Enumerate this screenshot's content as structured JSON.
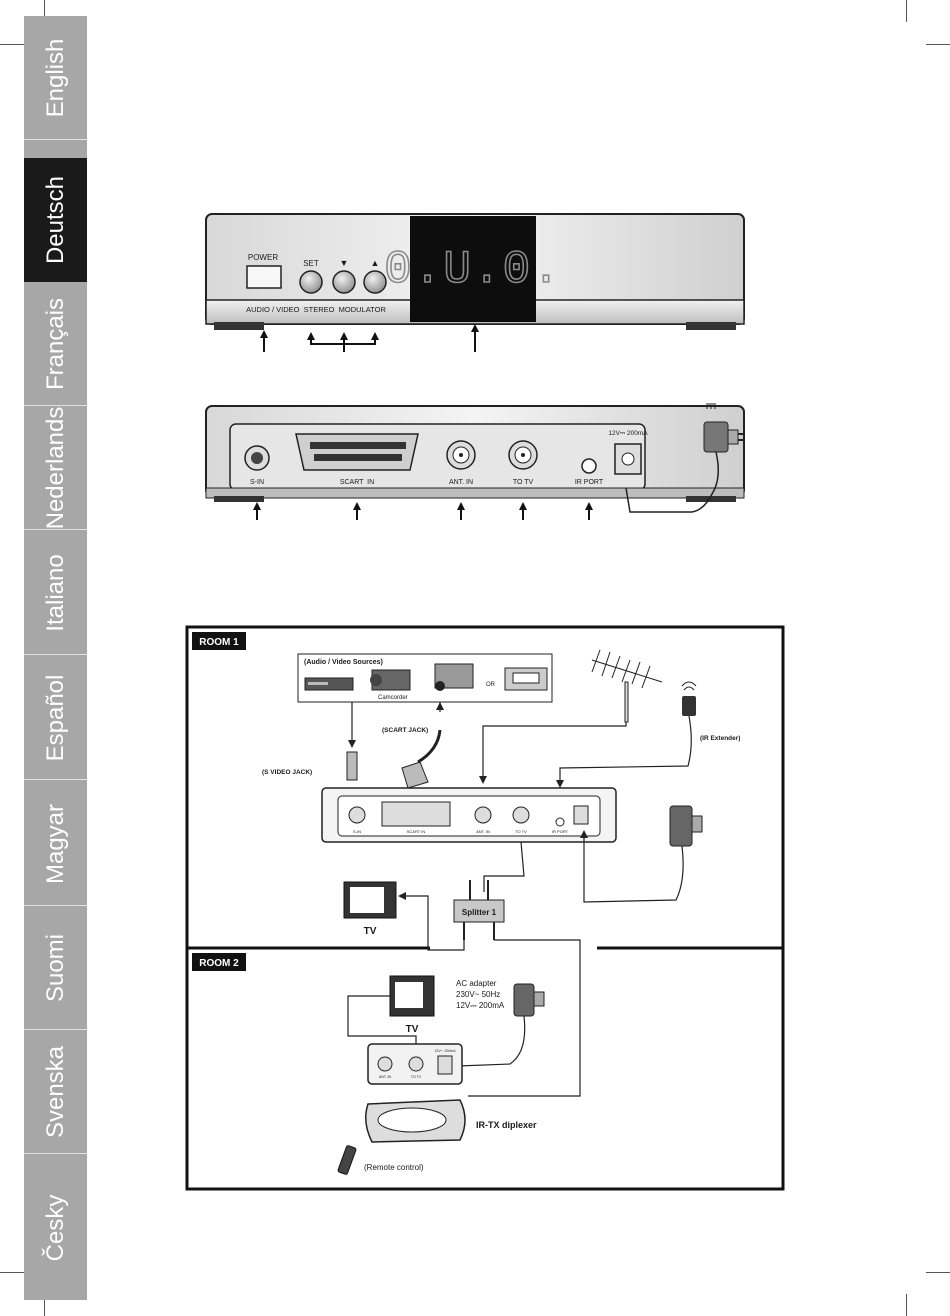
{
  "sidebar": {
    "active": "Deutsch",
    "languages": [
      "English",
      "Deutsch",
      "Français",
      "Nederlands",
      "Italiano",
      "Español",
      "Magyar",
      "Suomi",
      "Svenska",
      "Česky"
    ]
  },
  "front_panel": {
    "power_label": "POWER",
    "set_label": "SET",
    "down_glyph": "▼",
    "up_glyph": "▲",
    "bottom_label": "AUDIO / VIDEO  STEREO  MODULATOR",
    "display_text": "0.U.0."
  },
  "rear_panel": {
    "s_in": "S-IN",
    "scart_in": "SCART  IN",
    "ant_in": "ANT. IN",
    "to_tv": "TO TV",
    "ir_port": "IR PORT",
    "power_rating": "12V⎓ 200mA"
  },
  "diagram": {
    "room1": "ROOM 1",
    "room2": "ROOM 2",
    "av_sources": "(Audio / Video Sources)",
    "camcorder": "Camcorder",
    "or": "OR",
    "scart_jack": "(SCART JACK)",
    "s_video_jack": "(S VIDEO JACK)",
    "ir_extender": "(IR Extender)",
    "splitter": "Splitter 1",
    "tv1": "TV",
    "tv2": "TV",
    "ac_adapter_title": "AC adapter",
    "ac_adapter_input": "230V~ 50Hz",
    "ac_adapter_output": "12V⎓ 200mA",
    "ir_tx": "IR-TX diplexer",
    "remote": "(Remote control)",
    "mini_s_in": "S-IN",
    "mini_scart_in": "SCART IN",
    "mini_ant_in": "ANT. IN",
    "mini_to_tv": "TO TV",
    "mini_ir_port": "IR PORT",
    "rx_ant_in": "ANT. IN",
    "rx_to_tv": "TO TV",
    "rx_power": "12V⎓ 200mA"
  }
}
